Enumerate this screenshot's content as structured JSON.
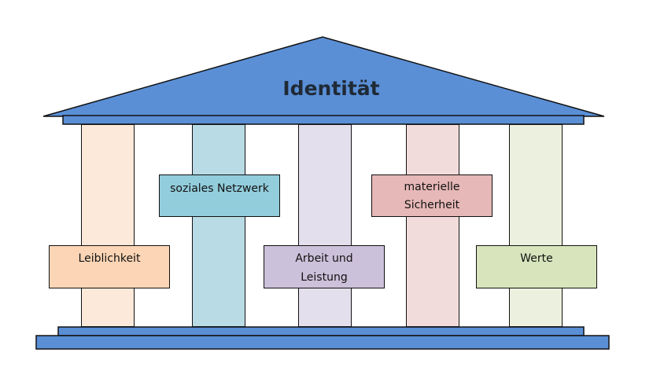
{
  "title": "Identität",
  "colors": {
    "roof": "#5a8fd6",
    "base": "#5a8fd6",
    "outline": "#111111"
  },
  "pillars": [
    {
      "label": "Leiblichkeit",
      "pillar_color": "#fce9da",
      "box_color": "#fbd5b5"
    },
    {
      "label": "soziales Netzwerk",
      "pillar_color": "#b8dbe5",
      "box_color": "#92cddc"
    },
    {
      "label": "Arbeit und Leistung",
      "pillar_color": "#e4dfec",
      "box_color": "#ccc1da"
    },
    {
      "label": "materielle Sicherheit",
      "pillar_color": "#f2dcdb",
      "box_color": "#e6b8b7"
    },
    {
      "label": "Werte",
      "pillar_color": "#ebf1de",
      "box_color": "#d7e4bc"
    }
  ]
}
